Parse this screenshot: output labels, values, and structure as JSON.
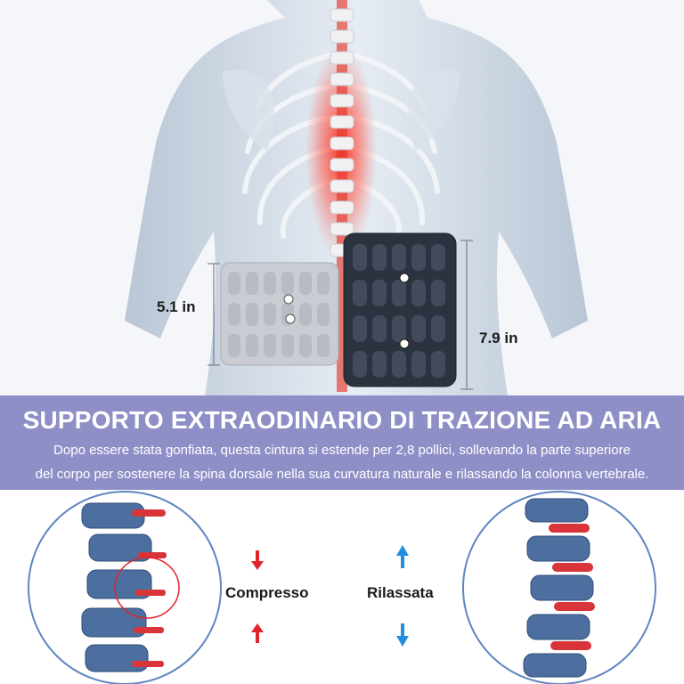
{
  "top": {
    "measure_left": "5.1 in",
    "measure_right": "7.9 in",
    "colors": {
      "pain_red": "#e53a2c",
      "belt_grey": "#c9ccd2",
      "belt_dark": "#2c3340",
      "skin": "#cfd8e4"
    }
  },
  "banner": {
    "title": "SUPPORTO EXTRAODINARIO DI TRAZIONE AD ARIA",
    "line1": "Dopo essere stata gonfiata, questa cintura si estende per 2,8 pollici, sollevando la parte superiore",
    "line2": "del corpo per sostenere la spina dorsale nella sua curvatura naturale e rilassando la colonna vertebrale.",
    "background": "#8f8fc8"
  },
  "comparison": {
    "left_label": "Compresso",
    "right_label": "Rilassata",
    "left_arrows": "red-arrows-down-up",
    "right_arrows": "blue-arrows-up-down",
    "colors": {
      "red": "#e0242a",
      "blue": "#1f8ee0",
      "disc": "#d8343a",
      "bone": "#5f86c2"
    }
  }
}
